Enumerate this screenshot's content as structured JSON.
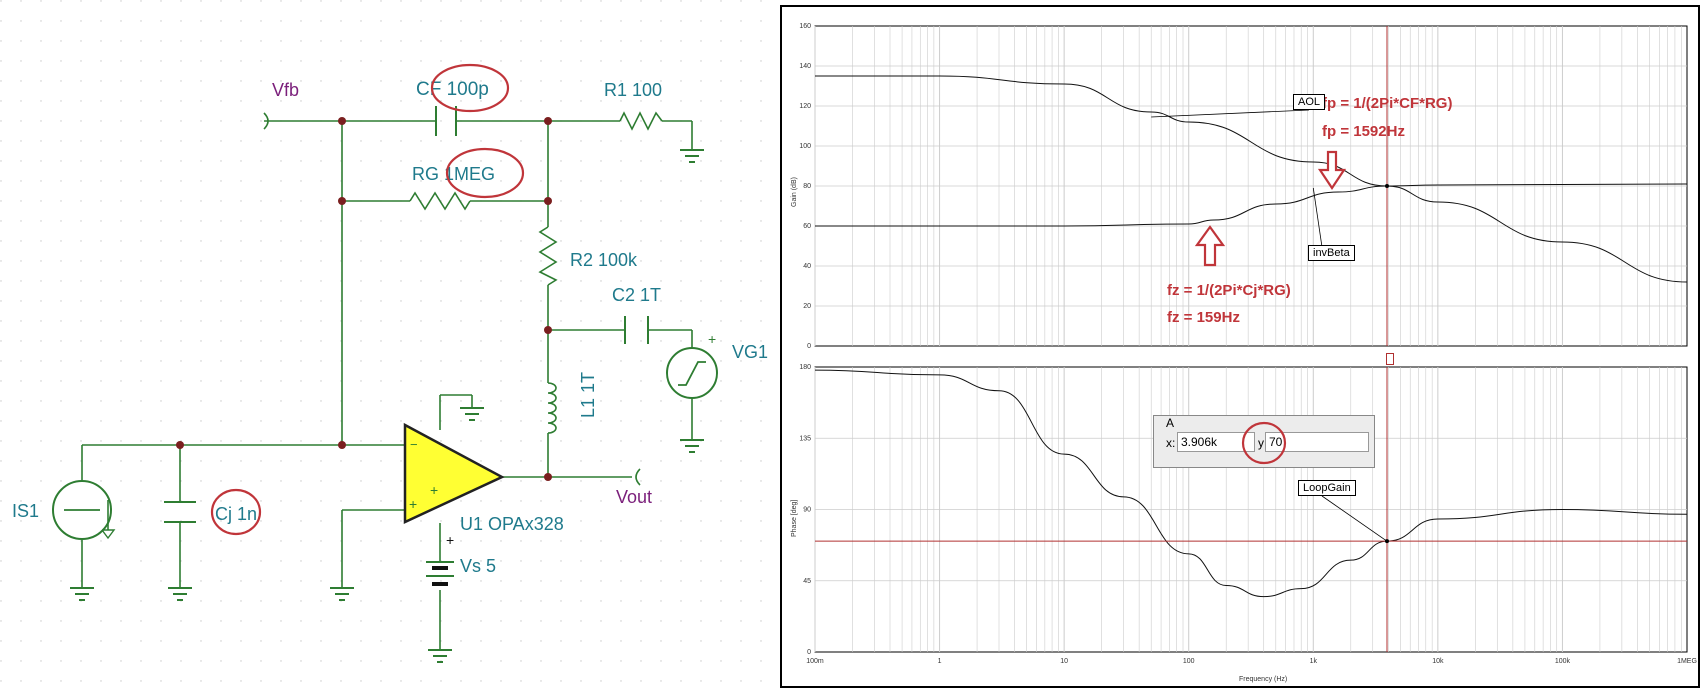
{
  "schematic": {
    "labels": {
      "vfb": "Vfb",
      "cf": "CF 100p",
      "r1": "R1 100",
      "rg": "RG 1MEG",
      "r2": "R2 100k",
      "c2": "C2 1T",
      "vg1": "VG1",
      "l1": "L1 1T",
      "vout": "Vout",
      "is1": "IS1",
      "cj": "Cj 1n",
      "u1": "U1 OPAx328",
      "vs": "Vs 5",
      "minus": "−",
      "plus": "+"
    },
    "colors": {
      "wire": "#2e7d32",
      "label": "#1f7a8c",
      "node_label": "#7b1f7b",
      "circle": "#c0353a",
      "opamp_fill": "#ffff33"
    }
  },
  "plot": {
    "gain": {
      "ylabel": "Gain (dB)",
      "yticks": [
        "160",
        "140",
        "120",
        "100",
        "80",
        "60",
        "40",
        "20",
        "0"
      ],
      "series": [
        {
          "name": "AOL",
          "x": [
            0.1,
            1,
            10,
            50,
            100,
            1000,
            3906,
            10000,
            100000,
            1000000
          ],
          "y": [
            135,
            135,
            131,
            117,
            112,
            92,
            80,
            72,
            52,
            32
          ]
        },
        {
          "name": "invBeta",
          "x": [
            0.1,
            1,
            10,
            100,
            159,
            500,
            1592,
            3906,
            10000,
            1000000
          ],
          "y": [
            60,
            60,
            60,
            61,
            63,
            71,
            77,
            80,
            80.5,
            81
          ]
        }
      ],
      "annotations": {
        "fp_formula": "fp = 1/(2Pi*CF*RG)",
        "fp_value": "fp = 1592Hz",
        "fz_formula": "fz = 1/(2Pi*Cj*RG)",
        "fz_value": "fz = 159Hz"
      },
      "ylim": [
        0,
        160
      ]
    },
    "phase": {
      "ylabel": "Phase [deg]",
      "yticks": [
        "180",
        "135",
        "90",
        "45",
        "0"
      ],
      "series": [
        {
          "name": "LoopGain",
          "x": [
            0.1,
            1,
            3,
            10,
            30,
            100,
            200,
            400,
            800,
            2000,
            3906,
            10000,
            100000,
            1000000
          ],
          "y": [
            178,
            175,
            165,
            125,
            98,
            62,
            42,
            35,
            40,
            58,
            70,
            84,
            90,
            87
          ]
        }
      ],
      "ylim": [
        0,
        180
      ]
    },
    "xlabel": "Frequency (Hz)",
    "xticks": [
      "100m",
      "1",
      "10",
      "100",
      "1k",
      "10k",
      "100k",
      "1MEG"
    ],
    "cursor": {
      "title": "A",
      "x_label": "x:",
      "x_value": "3.906k",
      "y_label": "y:",
      "y_value": "70"
    },
    "colors": {
      "grid": "#cccccc",
      "cursor": "#b03030",
      "curve": "#111111",
      "annotation": "#c0353a"
    }
  }
}
